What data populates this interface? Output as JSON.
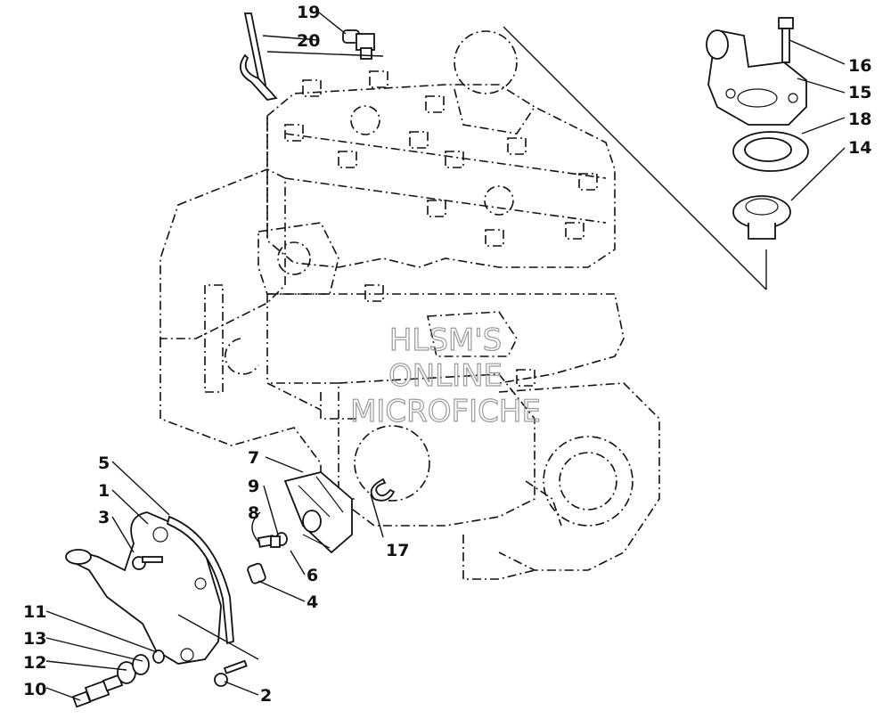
{
  "diagram": {
    "watermark": [
      "HLSM'S",
      "ONLINE",
      "MICROFICHE"
    ],
    "callouts": [
      "19",
      "20",
      "16",
      "15",
      "18",
      "14",
      "7",
      "9",
      "8",
      "6",
      "4",
      "5",
      "1",
      "3",
      "17",
      "11",
      "13",
      "12",
      "10",
      "2"
    ]
  }
}
